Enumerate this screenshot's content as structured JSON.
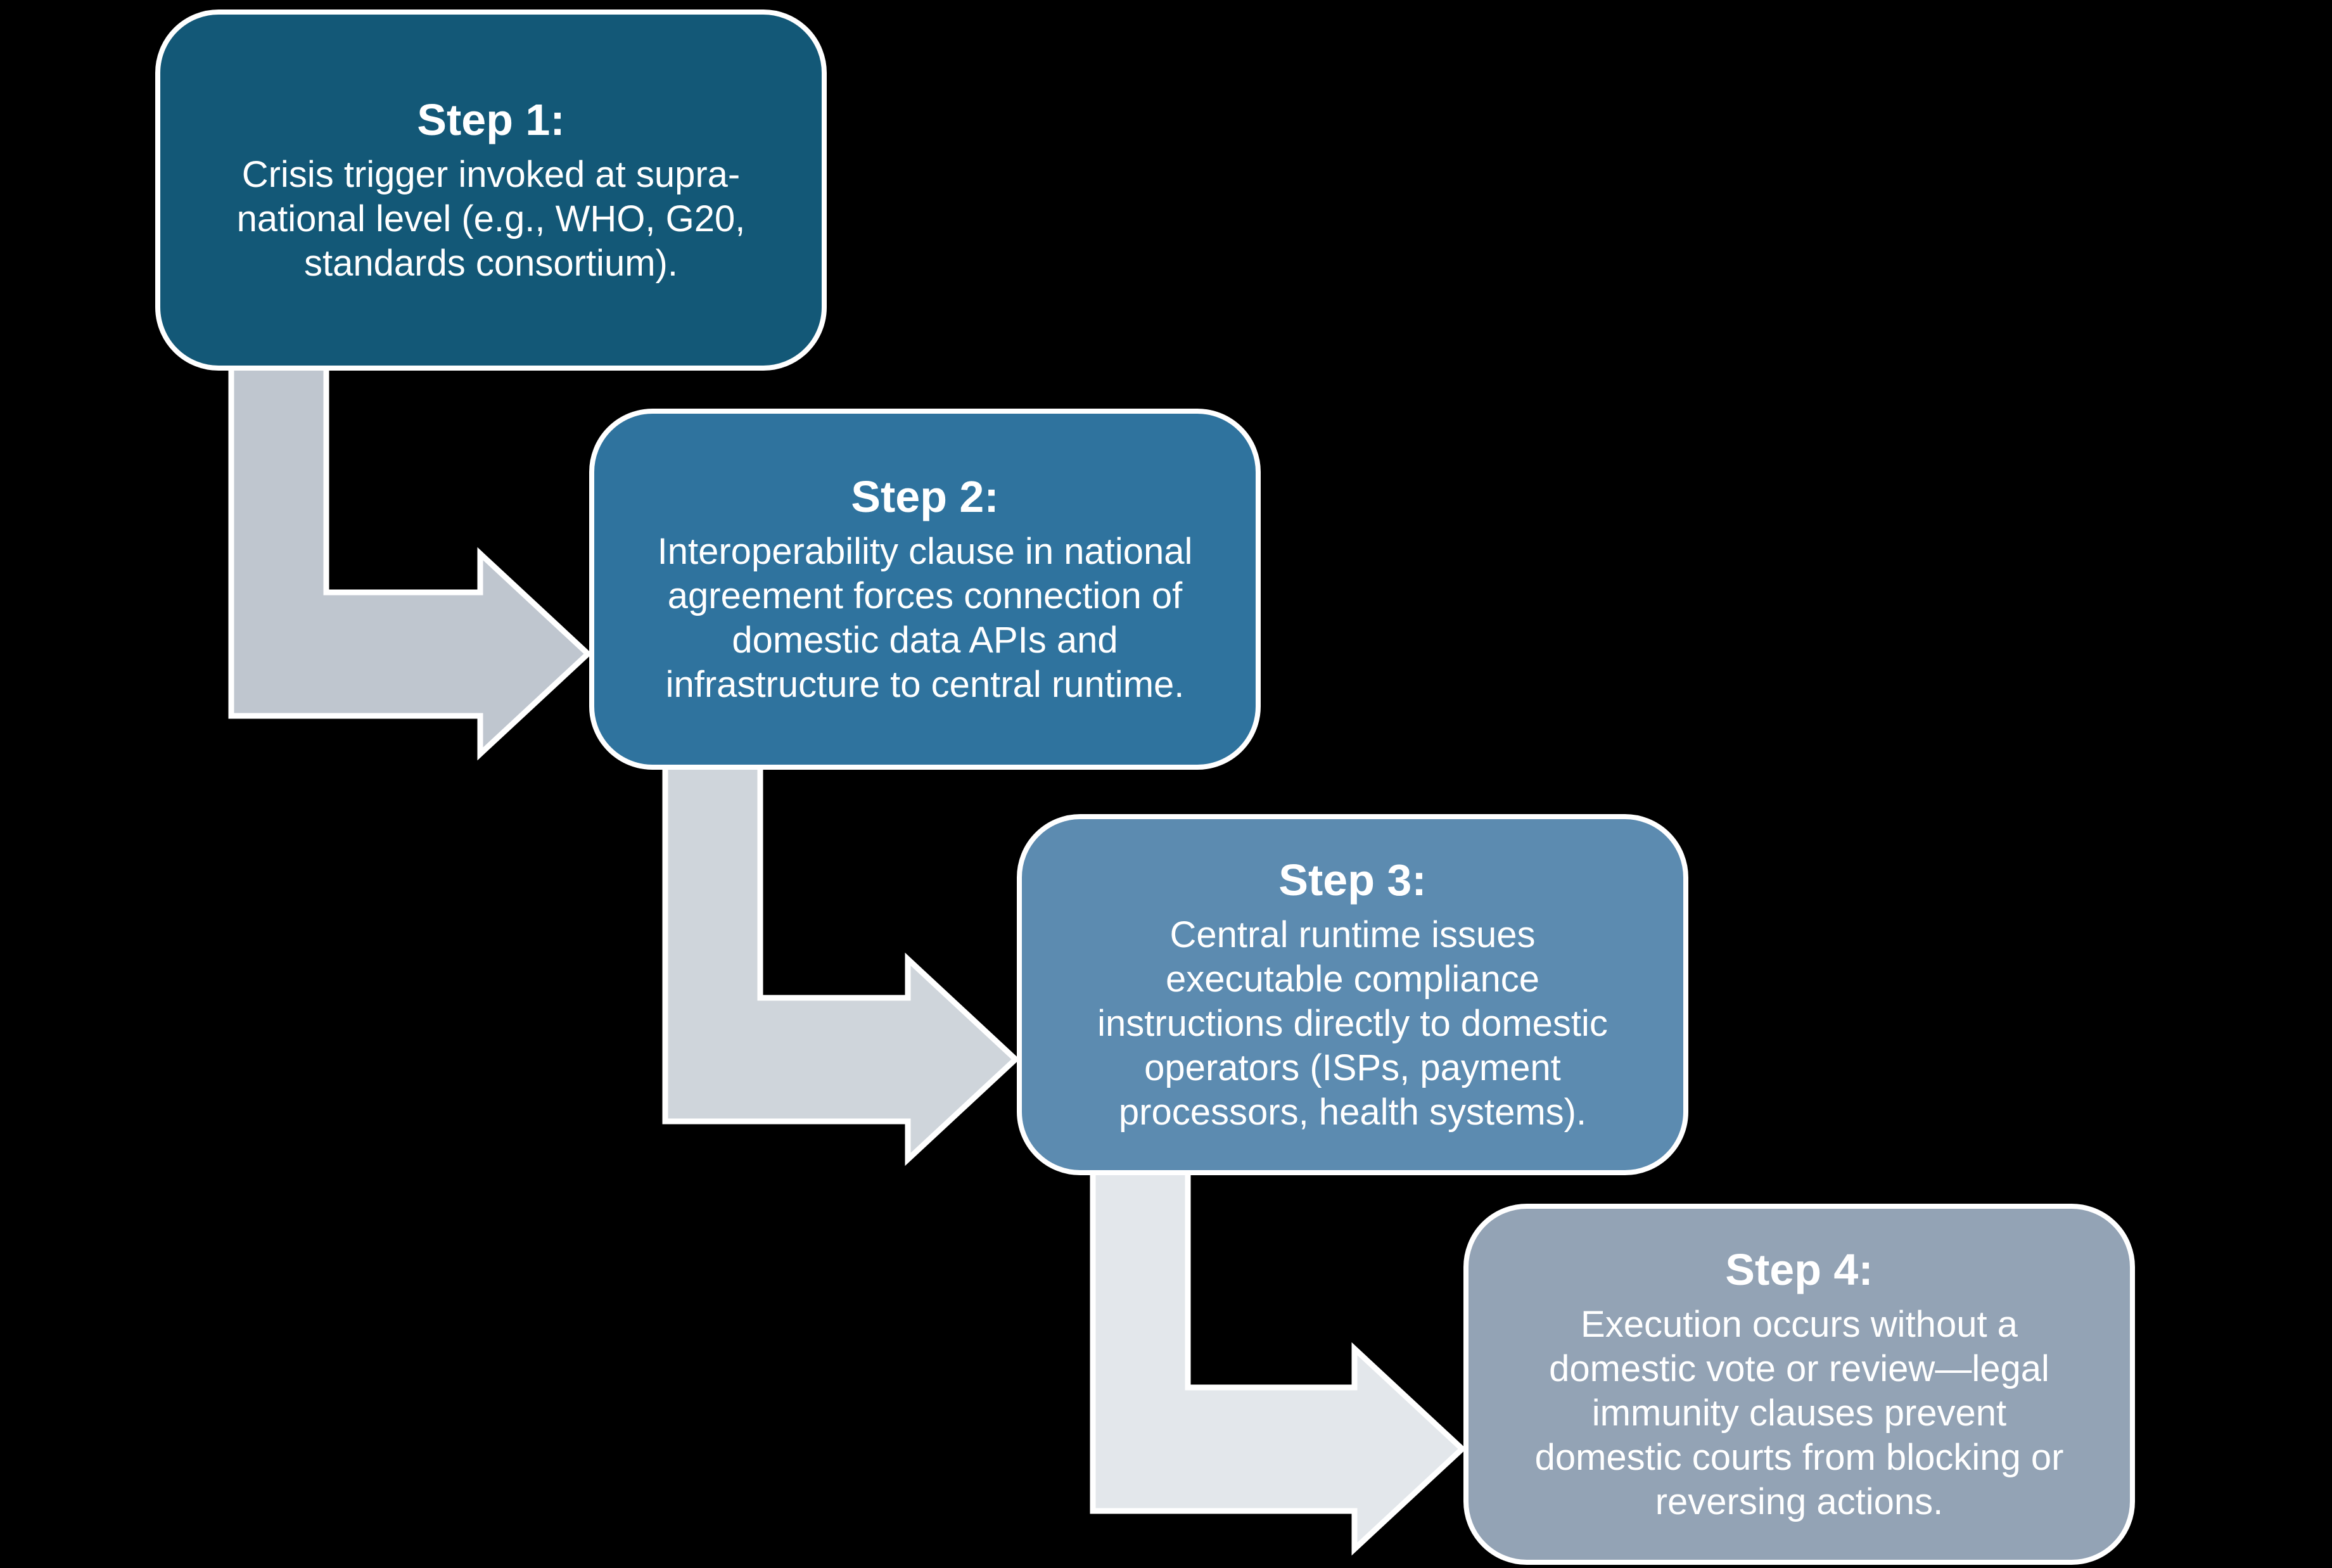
{
  "background_color": "#000000",
  "text_color": "#ffffff",
  "steps": [
    {
      "title": "Step 1:",
      "lines": [
        "Crisis trigger invoked at supra-",
        "national level (e.g., WHO, G20,",
        "standards consortium)."
      ],
      "color": "#135877"
    },
    {
      "title": "Step 2:",
      "lines": [
        "Interoperability clause in national",
        "agreement forces connection of",
        "domestic data APIs and",
        "infrastructure to central runtime."
      ],
      "color": "#2F739E"
    },
    {
      "title": "Step 3:",
      "lines": [
        "Central runtime issues",
        "executable compliance",
        "instructions directly to domestic",
        "operators (ISPs, payment",
        "processors, health systems)."
      ],
      "color": "#5C8BB0"
    },
    {
      "title": "Step 4:",
      "lines": [
        "Execution occurs without a",
        "domestic vote or review—legal",
        "immunity clauses prevent",
        "domestic courts from blocking or",
        "reversing actions."
      ],
      "color": "#93A3B5"
    }
  ],
  "connectors": [
    {
      "name": "arrow-step1-to-step2",
      "color": "#BFC6CF"
    },
    {
      "name": "arrow-step2-to-step3",
      "color": "#CFD5DB"
    },
    {
      "name": "arrow-step3-to-step4",
      "color": "#E3E7EB"
    }
  ]
}
